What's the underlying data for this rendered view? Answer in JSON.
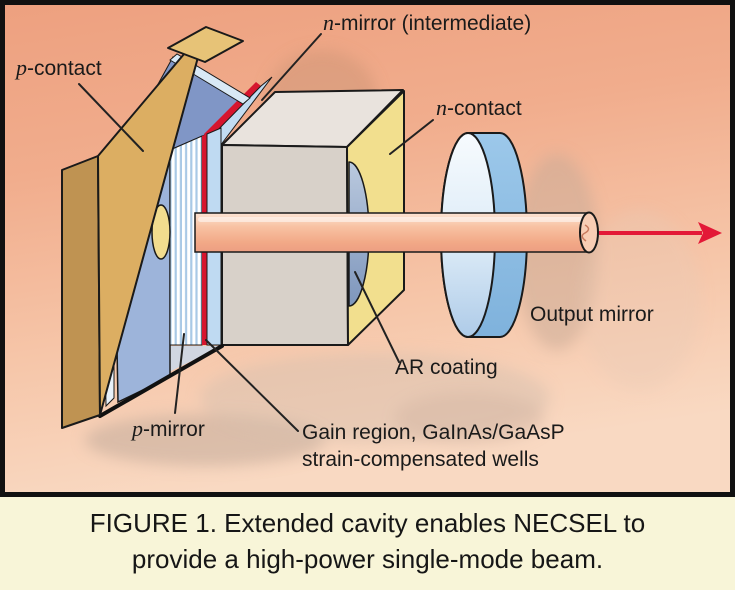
{
  "caption": {
    "line1": "FIGURE 1. Extended cavity enables NECSEL to",
    "line2": "provide a high-power single-mode beam."
  },
  "labels": {
    "p_contact": {
      "em": "p",
      "rest": "-contact"
    },
    "n_mirror": {
      "em": "n",
      "rest": "-mirror (intermediate)"
    },
    "n_contact": {
      "em": "n",
      "rest": "-contact"
    },
    "output_mirror": {
      "text": "Output mirror"
    },
    "ar_coating": {
      "text": "AR coating"
    },
    "p_mirror": {
      "em": "p",
      "rest": "-mirror"
    },
    "gain_region": {
      "line1": "Gain region, GaInAs/GaAsP",
      "line2": "strain-compensated wells"
    }
  },
  "colors": {
    "background_top": "#eda07f",
    "background_bottom": "#f9d9c2",
    "p_contact_board": "#dcae62",
    "p_contact_board_side": "#bf9352",
    "p_contact_board_top": "#e7c377",
    "substrate_blue": "#9db4da",
    "substrate_blue_dark": "#8096c6",
    "p_mirror_stripe": "#a9c9e6",
    "gain_region_red": "#d6152e",
    "spacer_blue": "#bfdaf2",
    "cube_front": "#d8d1c9",
    "cube_top": "#e9e3dd",
    "n_contact_yellow": "#f2df8e",
    "ar_lens_blue": "#8fa6c8",
    "rod_salmon": "#f6b795",
    "output_mirror_edge": "#8fc0e6",
    "output_mirror_face": "#e9f2fa",
    "beam_arrow_red": "#e31937",
    "caption_background": "#f8f5d8",
    "label_text": "#1a1a1a",
    "border_black": "#111111"
  }
}
